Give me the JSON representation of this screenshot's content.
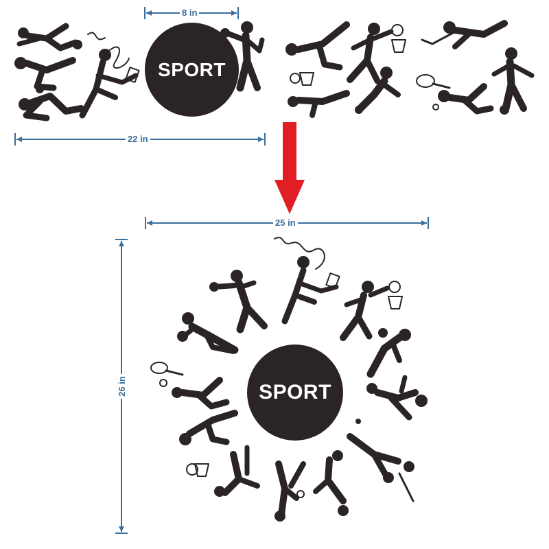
{
  "sticker": {
    "center_text": "SPORT",
    "ink_color": "#2b2424",
    "text_color": "#ffffff"
  },
  "dimensions": {
    "line_color": "#3a6d9a",
    "top_circle_width": "8 in",
    "top_total_width": "22 in",
    "bottom_width": "25 in",
    "bottom_height": "26 in"
  },
  "arrow": {
    "color": "#e01e24"
  },
  "figures": [
    "boxer",
    "rhythmic-gymnast",
    "basketball-player",
    "wrestler",
    "sprinter",
    "hockey-player",
    "badminton-player",
    "hurdler",
    "swimmer",
    "diver",
    "basketball-jumper",
    "tennis-player",
    "cyclist"
  ]
}
